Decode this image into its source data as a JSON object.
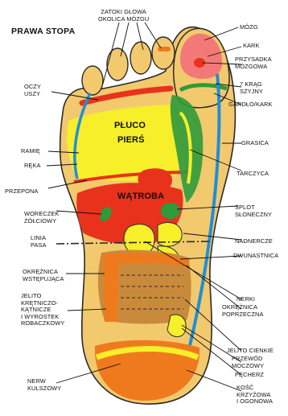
{
  "title": "PRAWA STOPA",
  "labels": {
    "zatoki": "ZATOKI GŁOWA\nOKOLICA MÓZGU",
    "mozg": "MÓZG",
    "kark_top": "KARK",
    "przysadka": "PRZYSADKA\nMÓZGOWA",
    "oczy": "OCZY\nUSZY",
    "krag": "7 KRĄG\nSZYJNY",
    "gardlo": "GARDŁO/KARK",
    "pluco": "PŁUCO",
    "piers": "PIERŚ",
    "ramie": "RAMIĘ",
    "reka": "RĘKA",
    "grasica": "GRASICA",
    "tarczyca": "TARCZYCA",
    "przepona": "PRZEPONA",
    "watroba": "WĄTROBA",
    "woreczek": "WORECZEK\nŻÓŁCIOWY",
    "splot": "SPLOT\nSŁONECZNY",
    "linia": "LINIA\nPASA",
    "nadnercze": "NADNERCZE",
    "dwunastnica": "DWUNASTNICA",
    "okreznica_w": "OKRĘŻNICA\nWSTĘPUJĄCA",
    "nerki": "NERKI",
    "okreznica_p": "OKRĘŻNICA\nPOPRZECZNA",
    "jelito": "JELITO\nKRĘTNICZO-\nKĄTNICZE\nI WYROSTEK\nROBACZKOWY",
    "jelito_cienkie": "JELITO CIENKIE",
    "przewod": "PRZEWÓD\nMOCZOWY",
    "pecherz": "PĘCHERZ",
    "nerw": "NERW\nKULSZOWY",
    "kosc": "KOŚĆ\nKRZYŻOWA\nI OGONOWA"
  },
  "colors": {
    "skin": "#f3c96e",
    "outline": "#2a2a2a",
    "yellow": "#f6ef2a",
    "red": "#e8321c",
    "orange": "#ef7a1e",
    "brown": "#c98a3c",
    "blue": "#1f8fd8",
    "green": "#2f9a3a",
    "pink": "#f26b7a"
  }
}
